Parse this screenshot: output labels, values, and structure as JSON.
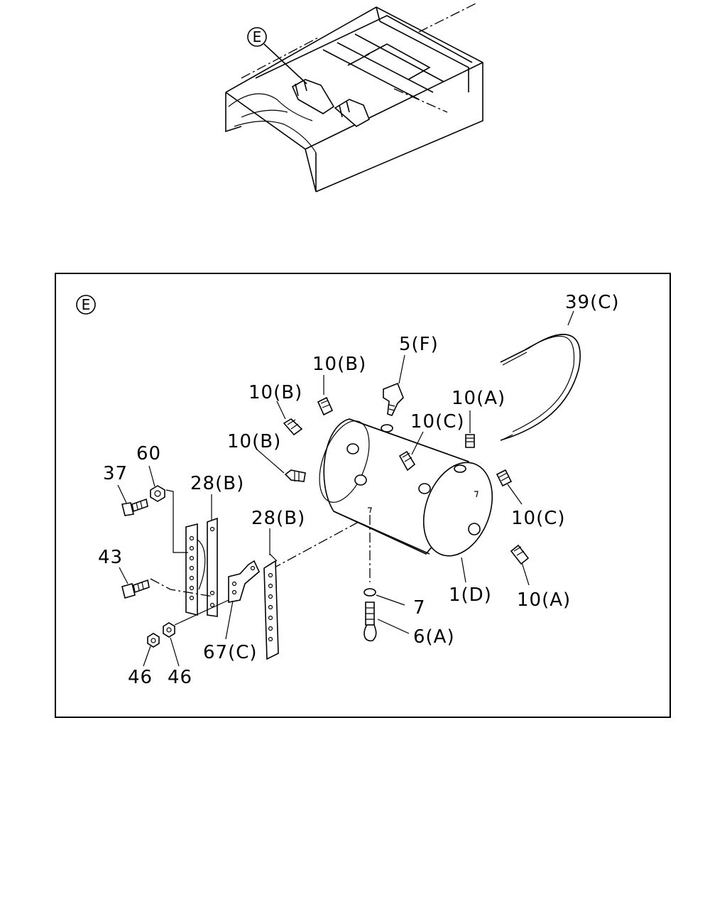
{
  "overview": {
    "callout": "E"
  },
  "detail": {
    "callout": "E",
    "labels": {
      "p39c": "39(C)",
      "p5f": "5(F)",
      "p10b_top": "10(B)",
      "p10b_left": "10(B)",
      "p10b_mid": "10(B)",
      "p10a_top": "10(A)",
      "p10c_mid": "10(C)",
      "p10c_right": "10(C)",
      "p10a_bottom": "10(A)",
      "p1d": "1(D)",
      "p7": "7",
      "p6a": "6(A)",
      "p60": "60",
      "p37": "37",
      "p28b_left": "28(B)",
      "p28b_right": "28(B)",
      "p43": "43",
      "p67c": "67(C)",
      "p46_left": "46",
      "p46_right": "46"
    }
  }
}
